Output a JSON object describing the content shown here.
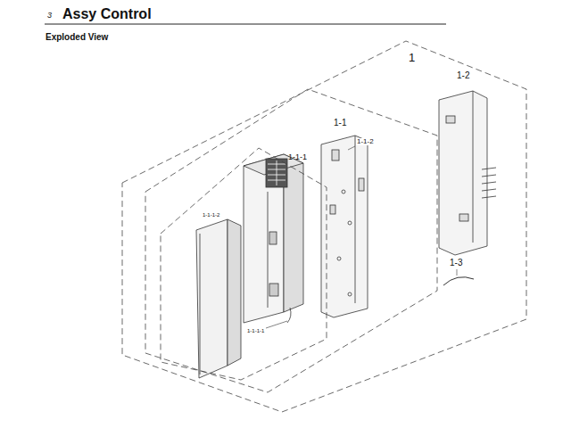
{
  "diagram": {
    "title": "Assy Control",
    "nodes": [
      {
        "text": [
          "1"
        ]
      },
      {
        "text": [
          "1-1"
        ],
        "in": 0
      },
      {
        "text": [
          "1-1-1"
        ],
        "in": 1
      }
    ],
    "labels": [
      "3",
      "Exploded View",
      "1-1-2",
      "1-1-1-2",
      "1-1-1-1",
      "1-2",
      "1-3"
    ]
  }
}
